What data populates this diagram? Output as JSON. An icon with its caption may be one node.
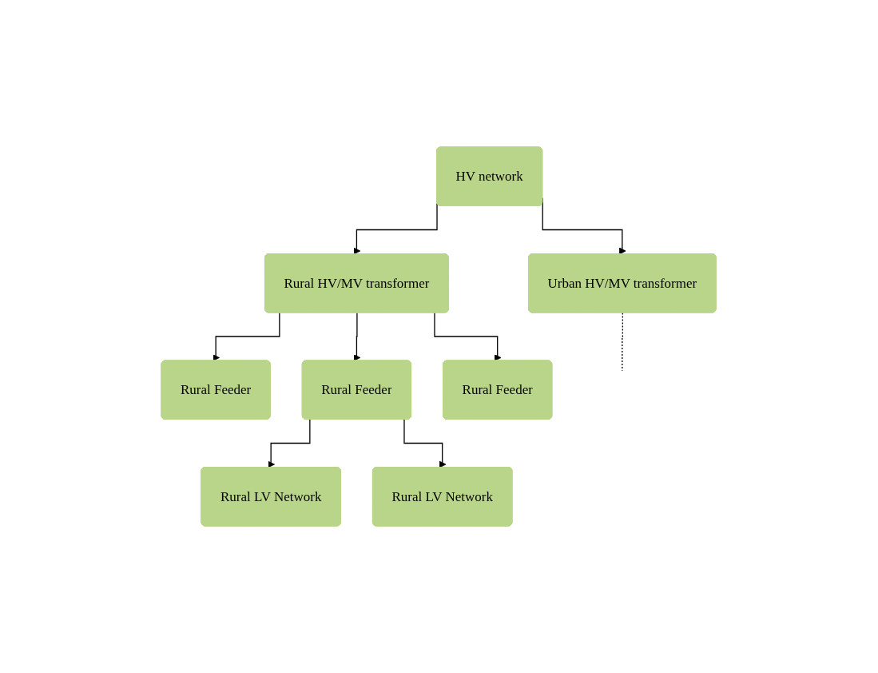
{
  "diagram": {
    "nodes": [
      {
        "text": [
          "HV network"
        ]
      },
      {
        "text": [
          "Urban HV/MV transformer"
        ]
      },
      {
        "text": [
          "Rural HV/MV transformer"
        ]
      },
      {
        "text": [
          "Rural Feeder"
        ]
      },
      {
        "text": [
          "Rural Feeder"
        ]
      },
      {
        "text": [
          "Rural Feeder"
        ]
      },
      {
        "text": [
          "Rural LV Network"
        ]
      },
      {
        "text": [
          "Rural LV Network"
        ]
      }
    ],
    "edges": [
      {
        "from": 0,
        "to": 1,
        "arrow": "to"
      },
      {
        "from": 0,
        "to": 2,
        "arrow": "to"
      },
      {
        "from": 1,
        "to": null,
        "arrow": "none",
        "style": "dashed"
      },
      {
        "from": 2,
        "to": 3,
        "arrow": "to"
      },
      {
        "from": 2,
        "to": 4,
        "arrow": "to"
      },
      {
        "from": 2,
        "to": 5,
        "arrow": "to"
      },
      {
        "from": 4,
        "to": 6,
        "arrow": "to"
      },
      {
        "from": 4,
        "to": 7,
        "arrow": "to"
      }
    ]
  }
}
